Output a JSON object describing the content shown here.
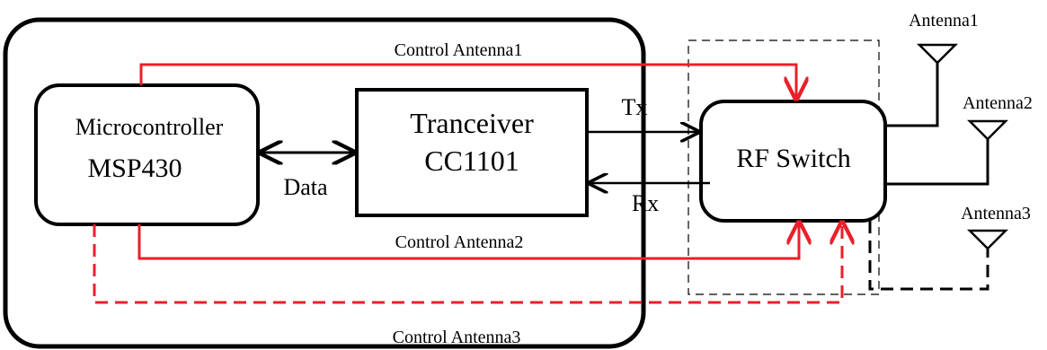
{
  "blocks": {
    "mcu": {
      "line1": "Microcontroller",
      "line2": "MSP430"
    },
    "transceiver": {
      "line1": "Tranceiver",
      "line2": "CC1101"
    },
    "rf_switch": {
      "label": "RF Switch"
    }
  },
  "signals": {
    "data": "Data",
    "tx": "Tx",
    "rx": "Rx",
    "control1": "Control Antenna1",
    "control2": "Control Antenna2",
    "control3": "Control Antenna3"
  },
  "antennas": {
    "a1": "Antenna1",
    "a2": "Antenna2",
    "a3": "Antenna3"
  },
  "colors": {
    "control": "#e8202a",
    "line": "#000000"
  }
}
